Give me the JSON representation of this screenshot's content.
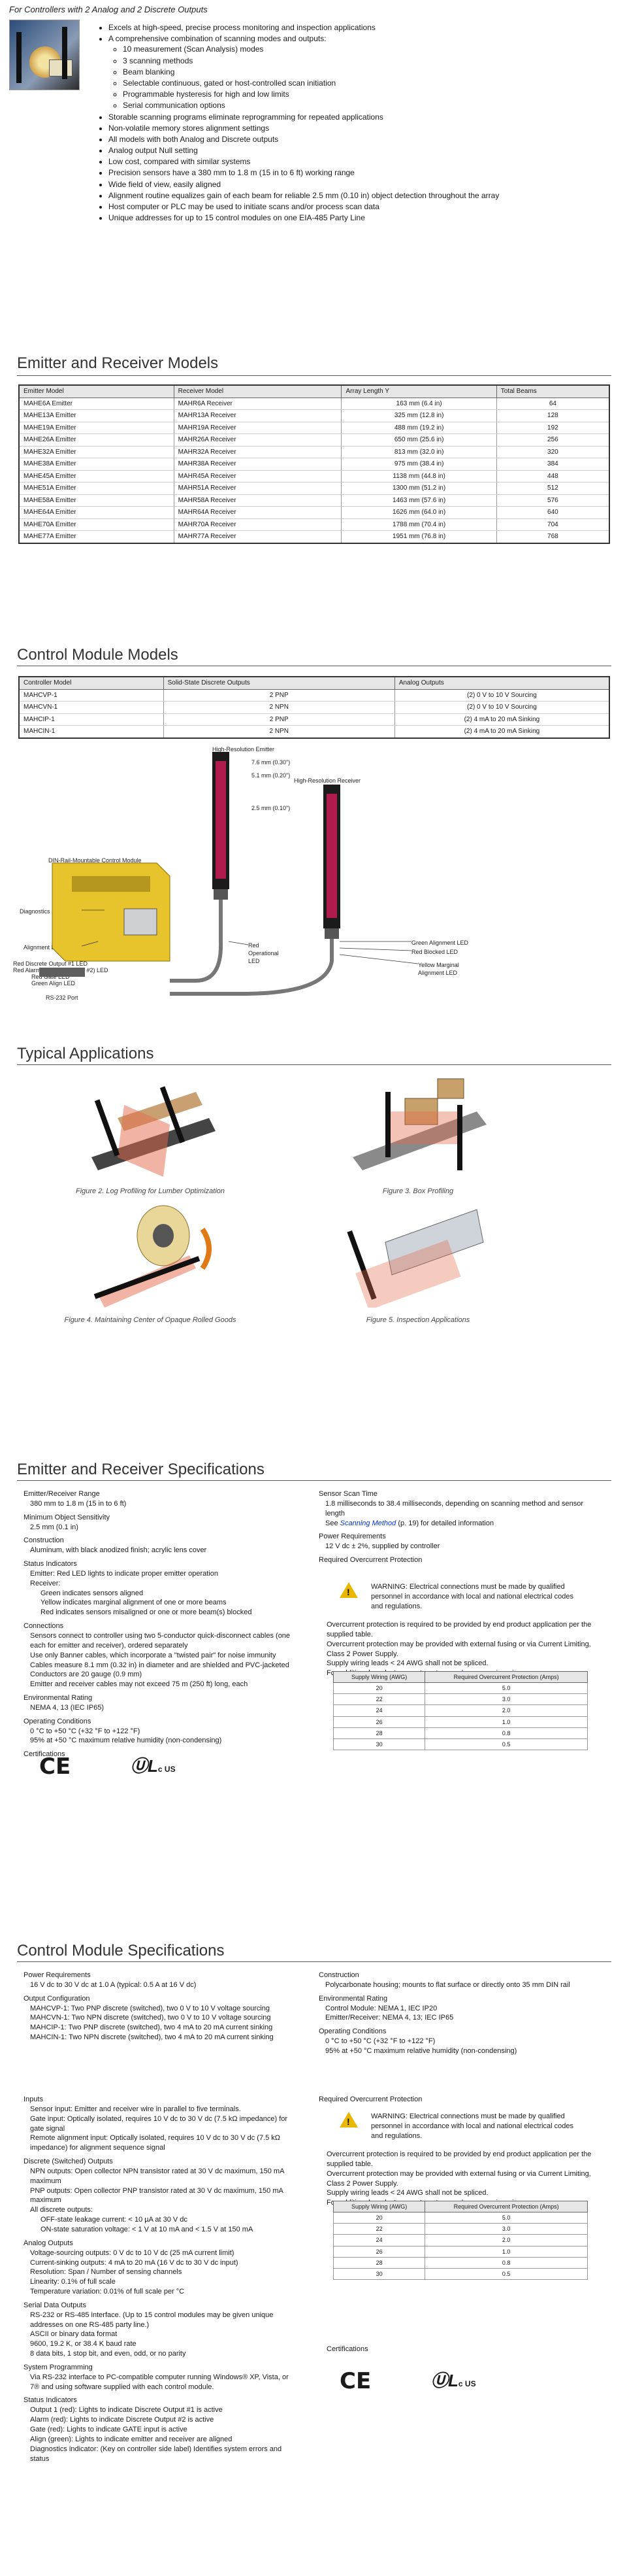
{
  "header": {
    "title": "For Controllers with 2 Analog and 2 Discrete Outputs"
  },
  "features": [
    "Excels at high-speed, precise process monitoring and inspection applications",
    "A comprehensive combination of scanning modes and outputs:",
    "Storable scanning programs eliminate reprogramming for repeated applications",
    "Non-volatile memory stores alignment settings",
    "All models with both Analog and Discrete outputs",
    "Analog output Null setting",
    "Low cost, compared with similar systems",
    "Precision sensors have a 380 mm to 1.8 m (15 in to 6 ft) working range",
    "Wide field of view, easily aligned",
    "Alignment routine equalizes gain of each beam for reliable 2.5 mm (0.10 in) object detection throughout the array",
    "Host computer or PLC may be used to initiate scans and/or process scan data",
    "Unique addresses for up to 15 control modules on one EIA-485 Party Line"
  ],
  "subfeatures": [
    "10 measurement (Scan Analysis) modes",
    "3 scanning methods",
    "Beam blanking",
    "Selectable continuous, gated or host-controlled scan initiation",
    "Programmable hysteresis for high and low limits",
    "Serial communication options"
  ],
  "er_models": {
    "title": "Emitter and Receiver Models",
    "headers": [
      "Emitter Model",
      "Receiver Model",
      "Array Length Y",
      "Total Beams"
    ],
    "rows": [
      [
        "MAHE6A Emitter",
        "MAHR6A Receiver",
        "163 mm (6.4 in)",
        "64"
      ],
      [
        "MAHE13A Emitter",
        "MAHR13A Receiver",
        "325 mm (12.8 in)",
        "128"
      ],
      [
        "MAHE19A Emitter",
        "MAHR19A Receiver",
        "488 mm (19.2 in)",
        "192"
      ],
      [
        "MAHE26A Emitter",
        "MAHR26A Receiver",
        "650 mm (25.6 in)",
        "256"
      ],
      [
        "MAHE32A Emitter",
        "MAHR32A Receiver",
        "813 mm (32.0 in)",
        "320"
      ],
      [
        "MAHE38A Emitter",
        "MAHR38A Receiver",
        "975 mm (38.4 in)",
        "384"
      ],
      [
        "MAHE45A Emitter",
        "MAHR45A Receiver",
        "1138 mm (44.8 in)",
        "448"
      ],
      [
        "MAHE51A Emitter",
        "MAHR51A Receiver",
        "1300 mm (51.2 in)",
        "512"
      ],
      [
        "MAHE58A Emitter",
        "MAHR58A Receiver",
        "1463 mm (57.6 in)",
        "576"
      ],
      [
        "MAHE64A Emitter",
        "MAHR64A Receiver",
        "1626 mm (64.0 in)",
        "640"
      ],
      [
        "MAHE70A Emitter",
        "MAHR70A Receiver",
        "1788 mm (70.4 in)",
        "704"
      ],
      [
        "MAHE77A Emitter",
        "MAHR77A Receiver",
        "1951 mm (76.8 in)",
        "768"
      ]
    ]
  },
  "cm_models": {
    "title": "Control Module Models",
    "headers": [
      "Controller Model",
      "Solid-State Discrete Outputs",
      "Analog Outputs"
    ],
    "rows": [
      [
        "MAHCVP-1",
        "2 PNP",
        "(2) 0 V to 10 V Sourcing"
      ],
      [
        "MAHCVN-1",
        "2 NPN",
        "(2) 0 V to 10 V Sourcing"
      ],
      [
        "MAHCIP-1",
        "2 PNP",
        "(2) 4 mA to 20 mA Sinking"
      ],
      [
        "MAHCIN-1",
        "2 NPN",
        "(2) 4 mA to 20 mA Sinking"
      ]
    ]
  },
  "diagram": {
    "high_res_emitter": "High-Resolution Emitter",
    "high_res_receiver": "High-Resolution Receiver",
    "dim1": "7.6 mm (0.30\")",
    "dim2": "5.1 mm (0.20\")",
    "dim3": "2.5 mm (0.10\")",
    "din_module": "DIN-Rail-Mountable Control Module",
    "diag_ind": "Diagnostics Indicator",
    "align_btn": "Alignment Button",
    "red_disc1": "Red Discrete Output #1 LED",
    "red_alarm": "Red Alarm (Discrete Output #2) LED",
    "red_gate": "Red Gate LED",
    "green_align": "Green Align LED",
    "rs232": "RS-232 Port",
    "red_op": "Red Operational LED",
    "green_align_led": "Green Alignment LED",
    "red_blocked": "Red Blocked LED",
    "yellow_marginal": "Yellow Marginal Alignment LED"
  },
  "apps": {
    "title": "Typical Applications",
    "fig2": "Figure 2. Log Profiling for Lumber Optimization",
    "fig3": "Figure 3. Box Profiling",
    "fig4": "Figure 4. Maintaining Center of Opaque Rolled Goods",
    "fig5": "Figure 5. Inspection Applications"
  },
  "er_specs": {
    "title": "Emitter and Receiver Specifications",
    "range_h": "Emitter/Receiver Range",
    "range_v": "380 mm to 1.8 m (15 in to 6 ft)",
    "mos_h": "Minimum Object Sensitivity",
    "mos_v": "2.5 mm (0.1 in)",
    "cons_h": "Construction",
    "cons_v": "Aluminum, with black anodized finish; acrylic lens cover",
    "status_h": "Status Indicators",
    "status_1": "Emitter: Red LED lights to indicate proper emitter operation",
    "status_2": "Receiver:",
    "status_3": "Green indicates sensors aligned",
    "status_4": "Yellow indicates marginal alignment of one or more beams",
    "status_5": "Red indicates sensors misaligned or one or more beam(s) blocked",
    "conn_h": "Connections",
    "conn_1": "Sensors connect to controller using two 5-conductor quick-disconnect cables (one each for emitter and receiver), ordered separately",
    "conn_2": "Use only Banner cables, which incorporate a \"twisted pair\" for noise immunity",
    "conn_3": "Cables measure 8.1 mm (0.32 in) in diameter and are shielded and PVC-jacketed",
    "conn_4": "Conductors are 20 gauge (0.9 mm)",
    "conn_5": "Emitter and receiver cables may not exceed 75 m (250 ft) long, each",
    "env_h": "Environmental Rating",
    "env_v": "NEMA 4, 13 (IEC IP65)",
    "op_h": "Operating Conditions",
    "op_1": "0 °C to +50 °C (+32 °F to +122 °F)",
    "op_2": "95% at +50 °C maximum relative humidity (non-condensing)",
    "cert_h": "Certifications",
    "scan_h": "Sensor Scan Time",
    "scan_1": "1.8 milliseconds to 38.4 milliseconds, depending on scanning method and sensor length",
    "scan_2_pre": "See ",
    "scan_2_link": "Scanning Method",
    "scan_2_post": " (p. 19) for detailed information",
    "pow_h": "Power Requirements",
    "pow_v": "12 V dc ± 2%, supplied by controller",
    "roc_h": "Required Overcurrent Protection",
    "warn": "WARNING: Electrical connections must be made by qualified personnel in accordance with local and national electrical codes and regulations.",
    "oc_1": "Overcurrent protection is required to be provided by end product application per the supplied table.",
    "oc_2": "Overcurrent protection may be provided with external fusing or via Current Limiting, Class 2 Power Supply.",
    "oc_3": "Supply wiring leads < 24 AWG shall not be spliced.",
    "oc_4_pre": "For additional product support, go to ",
    "oc_4_link": "www.bannerengineering.com",
    "oc_4_post": ".",
    "wire_headers": [
      "Supply Wiring (AWG)",
      "Required Overcurrent Protection (Amps)"
    ],
    "wire_rows": [
      [
        "20",
        "5.0"
      ],
      [
        "22",
        "3.0"
      ],
      [
        "24",
        "2.0"
      ],
      [
        "26",
        "1.0"
      ],
      [
        "28",
        "0.8"
      ],
      [
        "30",
        "0.5"
      ]
    ]
  },
  "cm_specs": {
    "title": "Control Module Specifications",
    "pow_h": "Power Requirements",
    "pow_v": "16 V dc to 30 V dc at 1.0 A (typical: 0.5 A at 16 V dc)",
    "out_h": "Output Configuration",
    "out_1": "MAHCVP-1: Two PNP discrete (switched), two 0 V to 10 V voltage sourcing",
    "out_2": "MAHCVN-1: Two NPN discrete (switched), two 0 V to 10 V voltage sourcing",
    "out_3": "MAHCIP-1: Two PNP discrete (switched), two 4 mA to 20 mA current sinking",
    "out_4": "MAHCIN-1: Two NPN discrete (switched), two 4 mA to 20 mA current sinking",
    "cons_h": "Construction",
    "cons_v": "Polycarbonate housing; mounts to flat surface or directly onto 35 mm DIN rail",
    "env_h": "Environmental Rating",
    "env_1": "Control Module: NEMA 1, IEC IP20",
    "env_2": "Emitter/Receiver: NEMA 4, 13; IEC IP65",
    "op_h": "Operating Conditions",
    "op_1": "0 °C to +50 °C (+32 °F to +122 °F)",
    "op_2": "95% at +50 °C maximum relative humidity (non-condensing)",
    "in_h": "Inputs",
    "in_1": "Sensor input: Emitter and receiver wire in parallel to five terminals.",
    "in_2": "Gate input: Optically isolated, requires 10 V dc to 30 V dc (7.5 kΩ impedance) for gate signal",
    "in_3": "Remote alignment input: Optically isolated, requires 10 V dc to 30 V dc (7.5 kΩ impedance) for alignment sequence signal",
    "disc_h": "Discrete (Switched) Outputs",
    "disc_1": "NPN outputs: Open collector NPN transistor rated at 30 V dc maximum, 150 mA maximum",
    "disc_2": "PNP outputs: Open collector PNP transistor rated at 30 V dc maximum, 150 mA maximum",
    "disc_3": "All discrete outputs:",
    "disc_4": "OFF-state leakage current: < 10 µA at 30 V dc",
    "disc_5": "ON-state saturation voltage: < 1 V at 10 mA and < 1.5 V at 150 mA",
    "an_h": "Analog Outputs",
    "an_1": "Voltage-sourcing outputs: 0 V dc to 10 V dc (25 mA current limit)",
    "an_2": "Current-sinking outputs: 4 mA to 20 mA (16 V dc to 30 V dc input)",
    "an_3": "Resolution: Span / Number of sensing channels",
    "an_4": "Linearity: 0.1% of full scale",
    "an_5": "Temperature variation: 0.01% of full scale per °C",
    "ser_h": "Serial Data Outputs",
    "ser_1": "RS-232 or RS-485 interface. (Up to 15 control modules may be given unique addresses on one RS-485 party line.)",
    "ser_2": "ASCII or binary data format",
    "ser_3": "9600, 19.2 K, or 38.4 K baud rate",
    "ser_4": "8 data bits, 1 stop bit, and even, odd, or no parity",
    "sys_h": "System Programming",
    "sys_1": "Via RS-232 interface to PC-compatible computer running Windows® XP, Vista, or 7® and using software supplied with each control module.",
    "stat_h": "Status Indicators",
    "stat_1": "Output 1 (red): Lights to indicate Discrete Output #1 is active",
    "stat_2": "Alarm (red): Lights to indicate Discrete Output #2 is active",
    "stat_3": "Gate (red): Lights to indicate GATE input is active",
    "stat_4": "Align (green): Lights to indicate emitter and receiver are aligned",
    "stat_5": "Diagnostics indicator: (Key on controller side label) Identifies system errors and status",
    "roc_h": "Required Overcurrent Protection",
    "cert_h": "Certifications"
  },
  "cert": {
    "ce": "CE",
    "ul": "c US"
  },
  "colors": {
    "accent_link": "#0033cc",
    "warning": "#e8b800",
    "rule": "#555555"
  }
}
